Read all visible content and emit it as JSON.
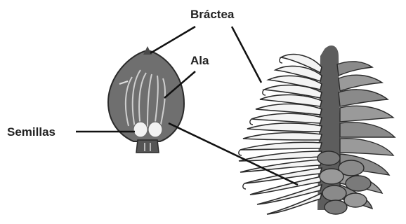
{
  "labels": {
    "bractea": "Bráctea",
    "ala": "Ala",
    "semillas": "Semillas"
  },
  "colors": {
    "scale_body": "#6f6f6f",
    "scale_dark": "#4a4a4a",
    "cone_light": "#f4f4f4",
    "cone_mid": "#9a9a9a",
    "cone_dark": "#5d5d5d",
    "outline": "#2a2a2a",
    "leader_line": "#111111"
  }
}
